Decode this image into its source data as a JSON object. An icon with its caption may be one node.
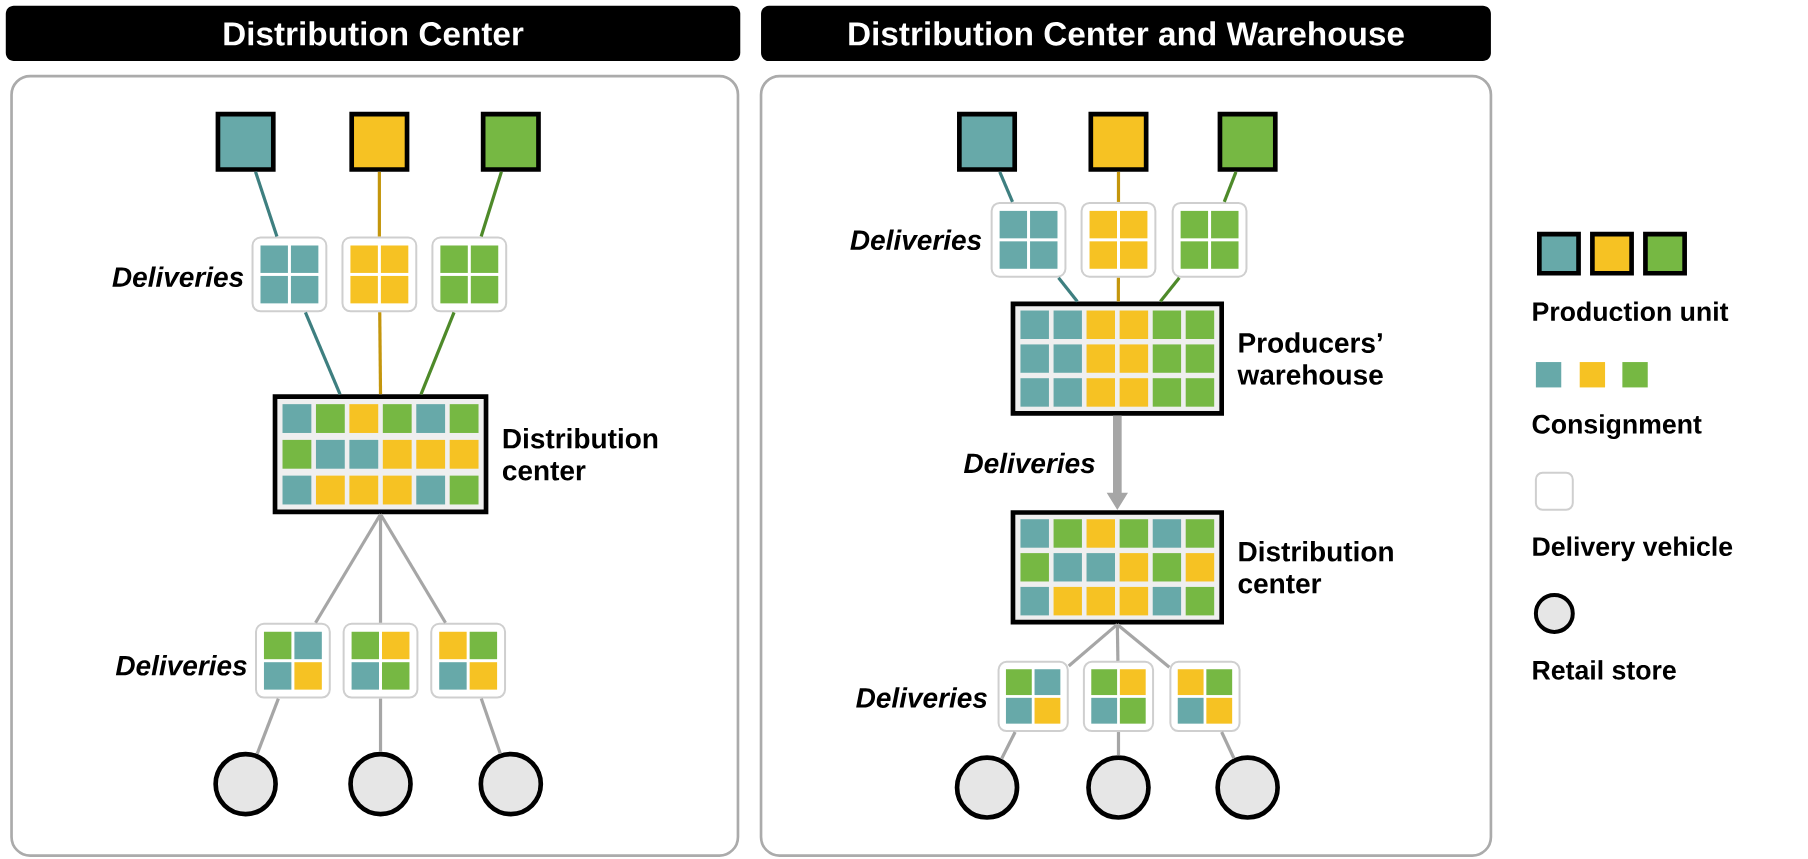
{
  "diagram": {
    "nodes": [
      {
        "text": [
          "Distribution Center"
        ]
      },
      {
        "text": [],
        "shape": "box",
        "in": 0
      },
      {
        "text": [],
        "shape": "box",
        "in": 0
      },
      {
        "text": [],
        "shape": "box",
        "in": 0
      },
      {
        "text": [],
        "shape": "box",
        "in": 0
      },
      {
        "text": [],
        "shape": "box",
        "in": 0
      },
      {
        "text": [],
        "shape": "box",
        "in": 0
      },
      {
        "text": [
          "Distribution center"
        ],
        "in": 0
      },
      {
        "text": [],
        "shape": "box",
        "in": 0
      },
      {
        "text": [],
        "shape": "box",
        "in": 0
      },
      {
        "text": [],
        "shape": "box",
        "in": 0
      },
      {
        "text": [],
        "shape": "circle",
        "in": 0
      },
      {
        "text": [],
        "shape": "circle",
        "in": 0
      },
      {
        "text": [],
        "shape": "circle",
        "in": 0
      },
      {
        "text": [
          "Distribution Center and Warehouse"
        ]
      },
      {
        "text": [],
        "shape": "box",
        "in": 14
      },
      {
        "text": [],
        "shape": "box",
        "in": 14
      },
      {
        "text": [],
        "shape": "box",
        "in": 14
      },
      {
        "text": [],
        "shape": "box",
        "in": 14
      },
      {
        "text": [],
        "shape": "box",
        "in": 14
      },
      {
        "text": [],
        "shape": "box",
        "in": 14
      },
      {
        "text": [
          "Producers’ warehouse"
        ],
        "in": 14
      },
      {
        "text": [
          "Distribution center"
        ],
        "in": 14
      },
      {
        "text": [],
        "shape": "box",
        "in": 14
      },
      {
        "text": [],
        "shape": "box",
        "in": 14
      },
      {
        "text": [],
        "shape": "box",
        "in": 14
      },
      {
        "text": [],
        "shape": "circle",
        "in": 14
      },
      {
        "text": [],
        "shape": "circle",
        "in": 14
      },
      {
        "text": [],
        "shape": "circle",
        "in": 14
      }
    ],
    "edges": [
      {
        "from": 1,
        "to": 4,
        "arrow": "none",
        "color": "#3e7f80"
      },
      {
        "from": 2,
        "to": 5,
        "arrow": "none",
        "color": "#c4960c"
      },
      {
        "from": 3,
        "to": 6,
        "arrow": "none",
        "color": "#4e8a2a"
      },
      {
        "from": 4,
        "to": 7,
        "arrow": "none",
        "color": "#3e7f80"
      },
      {
        "from": 5,
        "to": 7,
        "arrow": "none",
        "color": "#c4960c"
      },
      {
        "from": 6,
        "to": 7,
        "arrow": "none",
        "color": "#4e8a2a"
      },
      {
        "from": 7,
        "to": 8,
        "arrow": "none"
      },
      {
        "from": 7,
        "to": 9,
        "arrow": "none"
      },
      {
        "from": 7,
        "to": 10,
        "arrow": "none"
      },
      {
        "from": 8,
        "to": 11,
        "arrow": "none"
      },
      {
        "from": 9,
        "to": 12,
        "arrow": "none"
      },
      {
        "from": 10,
        "to": 13,
        "arrow": "none"
      },
      {
        "from": 15,
        "to": 18,
        "arrow": "none",
        "color": "#3e7f80"
      },
      {
        "from": 16,
        "to": 19,
        "arrow": "none",
        "color": "#c4960c"
      },
      {
        "from": 17,
        "to": 20,
        "arrow": "none",
        "color": "#4e8a2a"
      },
      {
        "from": 18,
        "to": 21,
        "arrow": "none",
        "color": "#3e7f80"
      },
      {
        "from": 19,
        "to": 21,
        "arrow": "none",
        "color": "#c4960c"
      },
      {
        "from": 20,
        "to": 21,
        "arrow": "none",
        "color": "#4e8a2a"
      },
      {
        "from": 21,
        "to": 22,
        "arrow": "to",
        "style": "thick",
        "label": "Deliveries"
      },
      {
        "from": 22,
        "to": 23,
        "arrow": "none"
      },
      {
        "from": 22,
        "to": 24,
        "arrow": "none"
      },
      {
        "from": 22,
        "to": 25,
        "arrow": "none"
      },
      {
        "from": 23,
        "to": 26,
        "arrow": "none"
      },
      {
        "from": 24,
        "to": 27,
        "arrow": "none"
      },
      {
        "from": 25,
        "to": 28,
        "arrow": "none"
      }
    ],
    "labels": [
      "Deliveries",
      "Deliveries",
      "Deliveries",
      "Deliveries"
    ],
    "legend": [
      {
        "text": "Production unit"
      },
      {
        "text": "Consignment"
      },
      {
        "text": "Delivery vehicle"
      },
      {
        "text": "Retail store"
      }
    ]
  }
}
